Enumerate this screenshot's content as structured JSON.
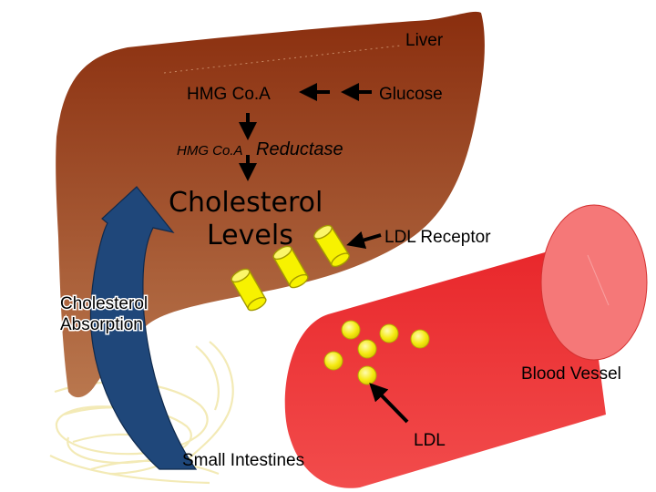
{
  "labels": {
    "liver": "Liver",
    "hmg_coa": "HMG Co.A",
    "glucose": "Glucose",
    "reductase_prefix": "HMG Co.A",
    "reductase_word": "Reductase",
    "cholesterol_line1": "Cholesterol",
    "cholesterol_line2": "Levels",
    "ldl_receptor": "LDL Receptor",
    "absorption_line1": "Cholesterol",
    "absorption_line2": "Absorption",
    "blood_vessel": "Blood Vessel",
    "ldl": "LDL",
    "small_intestines": "Small Intestines"
  },
  "colors": {
    "liver_top": "#8e3210",
    "liver_bottom": "#b8724a",
    "vessel": "#f23a3a",
    "vessel_end": "#f77b7b",
    "absorption_arrow": "#1f477a",
    "receptor": "#f7f200",
    "ldl_particle": "#f2e600",
    "intestine_line": "#f3eab6"
  },
  "icons": {
    "receptor": "cylinder-receptor",
    "ldl": "circle-particle",
    "absorption": "curved-arrow"
  }
}
